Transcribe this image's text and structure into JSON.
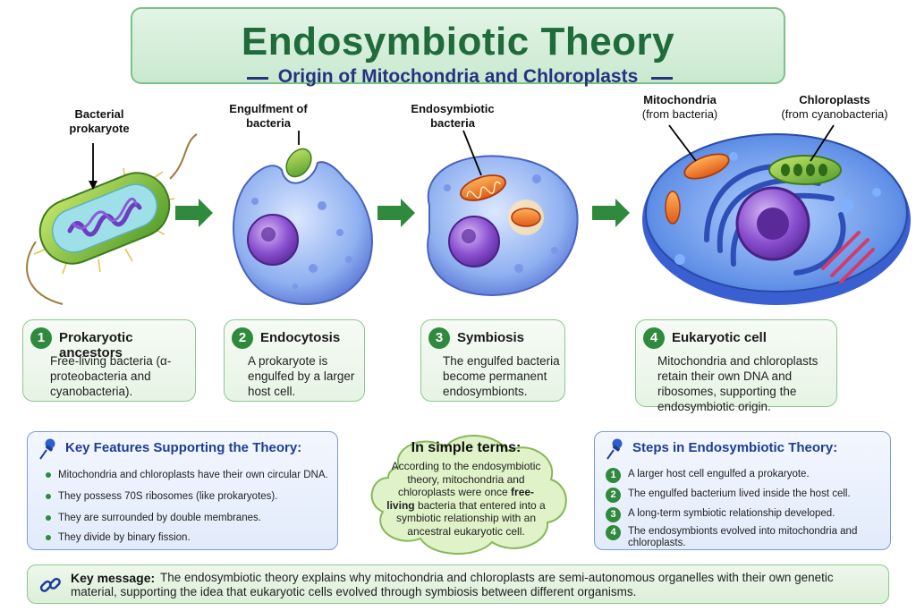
{
  "header": {
    "title": "Endosymbiotic Theory",
    "subtitle": "Origin of Mitochondria and Chloroplasts"
  },
  "callouts": {
    "prokaryote": "Bacterial prokaryote",
    "engulfment": "Engulfment of bacteria",
    "endosymbiotic": "Endosymbiotic bacteria",
    "mitochondria": "Mitochondria",
    "mitochondria_note": "(from bacteria)",
    "chloroplasts": "Chloroplasts",
    "chloroplasts_note": "(from cyanobacteria)"
  },
  "steps": [
    {
      "number": "1",
      "title": "Prokaryotic ancestors",
      "description": "Free-living bacteria (α-proteobacteria and cyanobacteria)."
    },
    {
      "number": "2",
      "title": "Endocytosis",
      "description": "A prokaryote is engulfed by a larger host cell."
    },
    {
      "number": "3",
      "title": "Symbiosis",
      "description": "The engulfed bacteria become permanent endosymbionts."
    },
    {
      "number": "4",
      "title": "Eukaryotic cell",
      "description": "Mitochondria and chloroplasts retain their own DNA and ribosomes, supporting the endosymbiotic origin."
    }
  ],
  "features": {
    "title": "Key Features Supporting the Theory:",
    "icon": "pushpin-icon",
    "items": [
      "Mitochondria and chloroplasts have their own circular DNA.",
      "They possess 70S ribosomes (like prokaryotes).",
      "They are surrounded by double membranes.",
      "They divide by binary fission."
    ]
  },
  "simple_terms": {
    "title": "In simple terms:",
    "text_before": "According to the endosymbiotic theory, mitochondria and chloroplasts were once",
    "highlight": "free-living",
    "text_after": "bacteria that entered into a symbiotic relationship with an ancestral eukaryotic cell."
  },
  "steps_panel": {
    "title": "Steps in Endosymbiotic Theory:",
    "icon": "pushpin-icon",
    "items": [
      {
        "number": "1",
        "text": "A larger host cell engulfed a prokaryote."
      },
      {
        "number": "2",
        "text": "The engulfed bacterium lived inside the host cell."
      },
      {
        "number": "3",
        "text": "A long-term symbiotic relationship developed."
      },
      {
        "number": "4",
        "text": "The endosymbionts evolved into mitochondria and chloroplasts."
      }
    ]
  },
  "key_message": {
    "label": "Key message:",
    "text": "The endosymbiotic theory explains why mitochondria and chloroplasts are semi-autonomous organelles with their own genetic material, supporting the idea that eukaryotic cells evolved through symbiosis between different organisms.",
    "icon": "link-icon"
  },
  "colors": {
    "title_green": "#1f6b3a",
    "subtitle_blue": "#23337f",
    "accent_green": "#2f8a3e",
    "panel_blue": "#1f3d97"
  }
}
